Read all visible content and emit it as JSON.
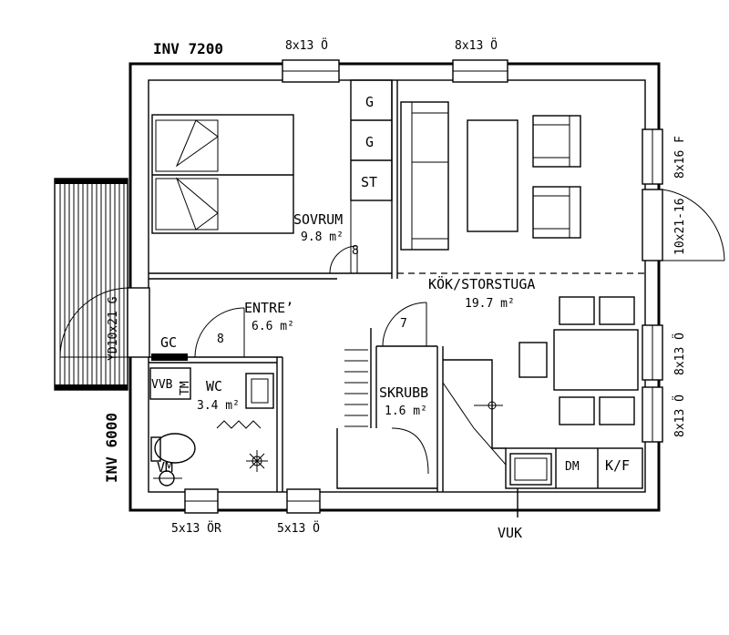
{
  "plan": {
    "dimensions": {
      "width": "INV 7200",
      "height": "INV 6000"
    },
    "windows": {
      "top_left": "8x13 Ö",
      "top_right": "8x13 Ö",
      "right_top": "8x16 F",
      "right_mid": "8x13 Ö",
      "right_bottom": "8x13 Ö",
      "bottom_left": "5x13 ÖR",
      "bottom_mid": "5x13 Ö"
    },
    "doors": {
      "right": "10x21-16",
      "left": "YD10x21 G",
      "sovrum": "8",
      "wc": "8",
      "skrubb": "7"
    },
    "rooms": {
      "sovrum": {
        "name": "SOVRUM",
        "area": "9.8 m²"
      },
      "kok": {
        "name": "KÖK/STORSTUGA",
        "area": "19.7 m²"
      },
      "entre": {
        "name": "ENTRE’",
        "area": "6.6 m²"
      },
      "wc": {
        "name": "WC",
        "area": "3.4 m²"
      },
      "skrubb": {
        "name": "SKRUBB",
        "area": "1.6 m²"
      }
    },
    "fixtures": {
      "wardrobe_1": "G",
      "wardrobe_2": "G",
      "wardrobe_3": "ST",
      "gc": "GC",
      "vvb": "VVB",
      "tm": "TM",
      "vm": "VM",
      "dm": "DM",
      "kf": "K/F",
      "vuk": "VUK"
    }
  }
}
